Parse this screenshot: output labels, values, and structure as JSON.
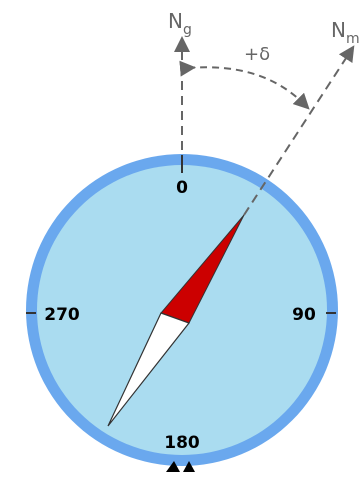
{
  "labels": {
    "grid_north": "N",
    "grid_north_sub": "g",
    "magnetic_north": "N",
    "magnetic_north_sub": "m",
    "declination": "+δ"
  },
  "dial": {
    "north": "0",
    "east": "90",
    "south": "180",
    "west": "270"
  },
  "colors": {
    "dial_fill": "#aadcf0",
    "dial_rim": "#6aa8ee",
    "needle_north": "#cc0000",
    "needle_south": "#ffffff",
    "guide_lines": "#666666",
    "text": "#000000"
  }
}
